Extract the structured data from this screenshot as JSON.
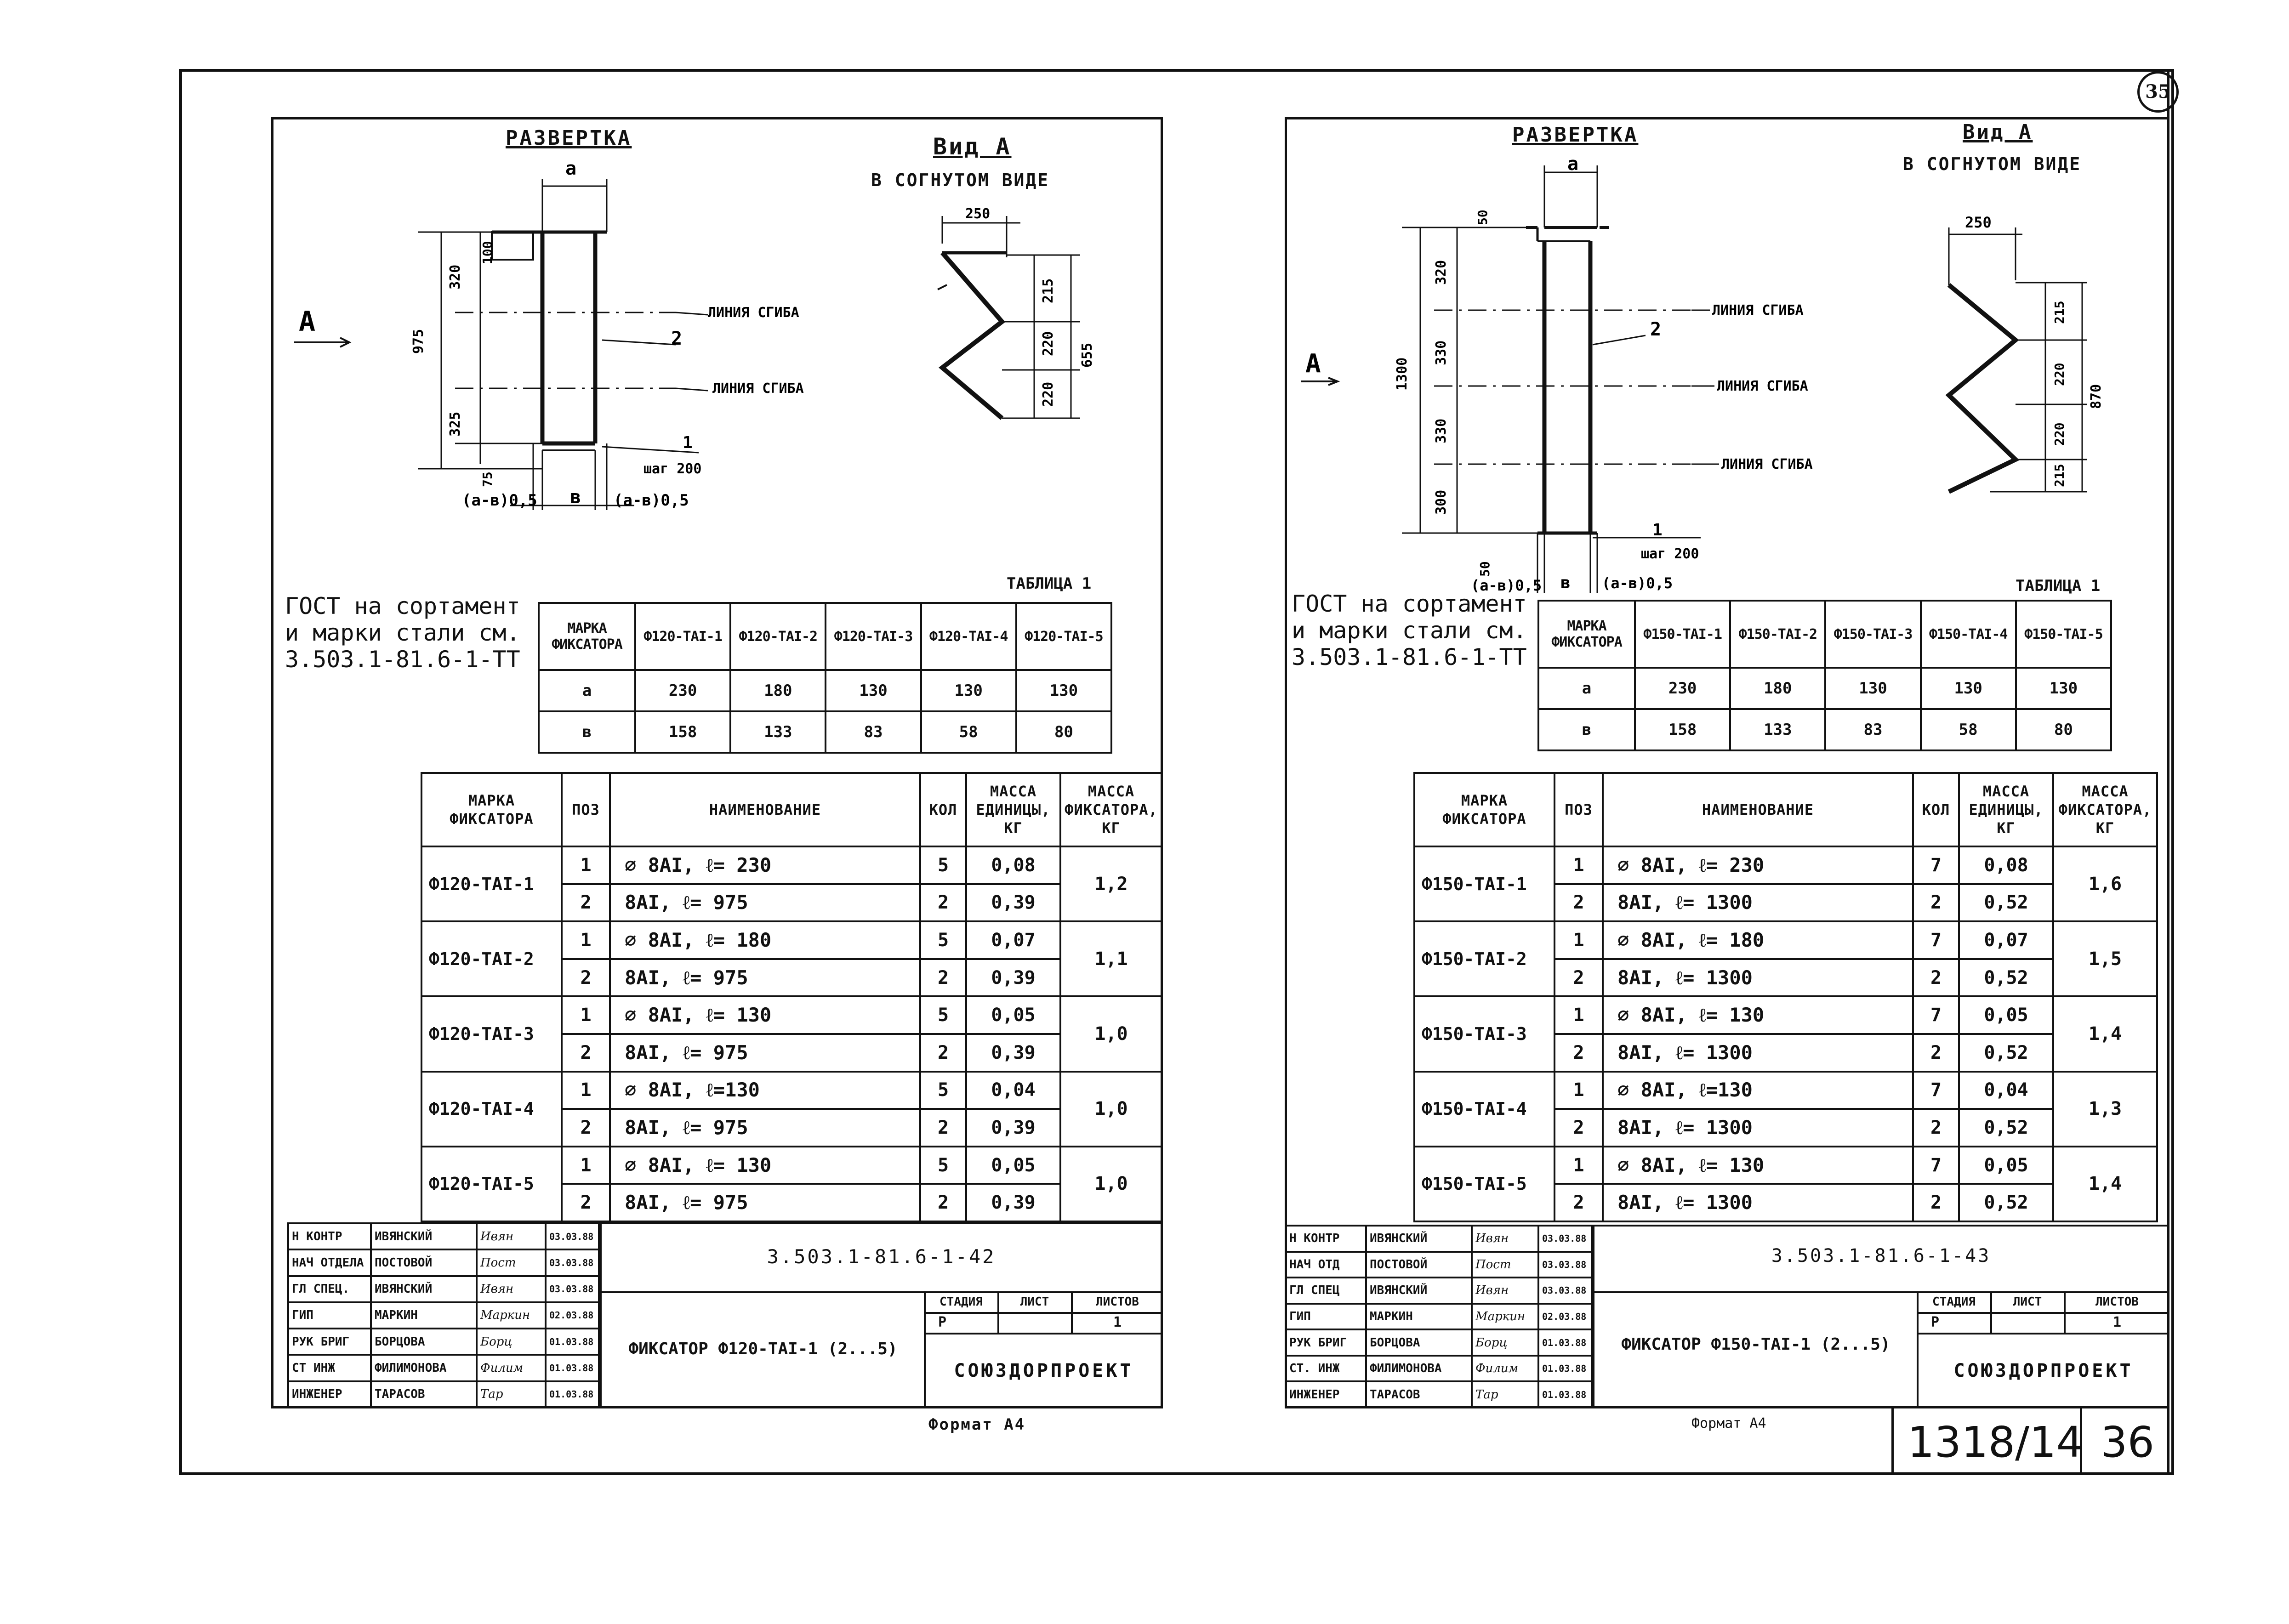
{
  "page_number_circle": "35",
  "bottom_number": "1318/14",
  "bottom_page": "36",
  "left": {
    "title_unfold": "РАЗВЕРТКА",
    "title_view": "Вид А",
    "view_sub": "В СОГНУТОМ ВИДЕ",
    "view_label": "А",
    "dim_a": "а",
    "dim_b": "в",
    "dim_ab_left": "(а-в)0,5",
    "dim_ab_right": "(а-в)0,5",
    "dim_total": "975",
    "dim_top": "320",
    "dim_mid": "325",
    "dim_100": "100",
    "dim_75": "75",
    "bend1": "ЛИНИЯ СГИБА",
    "bend2": "ЛИНИЯ СГИБА",
    "pos1": "1",
    "pos2": "2",
    "step": "шаг 200",
    "view_250": "250",
    "view_215": "215",
    "view_220a": "220",
    "view_220b": "220",
    "view_655": "655",
    "gost_note": "ГОСТ на сортамент\nи марки стали см.\n3.503.1-81.6-1-ТТ",
    "table1_caption": "ТАБЛИЦА 1",
    "table1_head": "МАРКА ФИКСАТОРА",
    "table1_cols": [
      "Ф120-ТАI-1",
      "Ф120-ТАI-2",
      "Ф120-ТАI-3",
      "Ф120-ТАI-4",
      "Ф120-ТАI-5"
    ],
    "table1_rows": [
      {
        "label": "а",
        "values": [
          "230",
          "180",
          "130",
          "130",
          "130"
        ]
      },
      {
        "label": "в",
        "values": [
          "158",
          "133",
          "83",
          "58",
          "80"
        ]
      }
    ],
    "spec_head": {
      "mark": "МАРКА ФИКСАТОРА",
      "pos": "ПОЗ",
      "name": "НАИМЕНОВАНИЕ",
      "qty": "КОЛ",
      "unit_mass": "МАССА ЕДИНИЦЫ, КГ",
      "fix_mass": "МАССА ФИКСАТОРА, КГ"
    },
    "spec_rows": [
      {
        "mark": "Ф120-ТАI-1",
        "total": "1,2",
        "items": [
          {
            "pos": "1",
            "name": "∅ 8АI, ℓ= 230",
            "qty": "5",
            "mass": "0,08"
          },
          {
            "pos": "2",
            "name": "8АI, ℓ= 975",
            "qty": "2",
            "mass": "0,39"
          }
        ]
      },
      {
        "mark": "Ф120-ТАI-2",
        "total": "1,1",
        "items": [
          {
            "pos": "1",
            "name": "∅ 8АI, ℓ= 180",
            "qty": "5",
            "mass": "0,07"
          },
          {
            "pos": "2",
            "name": "8АI, ℓ= 975",
            "qty": "2",
            "mass": "0,39"
          }
        ]
      },
      {
        "mark": "Ф120-ТАI-3",
        "total": "1,0",
        "items": [
          {
            "pos": "1",
            "name": "∅ 8АI, ℓ= 130",
            "qty": "5",
            "mass": "0,05"
          },
          {
            "pos": "2",
            "name": "8АI, ℓ= 975",
            "qty": "2",
            "mass": "0,39"
          }
        ]
      },
      {
        "mark": "Ф120-ТАI-4",
        "total": "1,0",
        "items": [
          {
            "pos": "1",
            "name": "∅ 8АI, ℓ=130",
            "qty": "5",
            "mass": "0,04"
          },
          {
            "pos": "2",
            "name": "8АI, ℓ= 975",
            "qty": "2",
            "mass": "0,39"
          }
        ]
      },
      {
        "mark": "Ф120-ТАI-5",
        "total": "1,0",
        "items": [
          {
            "pos": "1",
            "name": "∅ 8АI, ℓ= 130",
            "qty": "5",
            "mass": "0,05"
          },
          {
            "pos": "2",
            "name": "8АI, ℓ= 975",
            "qty": "2",
            "mass": "0,39"
          }
        ]
      }
    ],
    "stamp": {
      "roles": [
        "Н КОНТР",
        "НАЧ ОТДЕЛА",
        "ГЛ СПЕЦ.",
        "ГИП",
        "РУК БРИГ",
        "СТ ИНЖ",
        "ИНЖЕНЕР"
      ],
      "names": [
        "ИВЯНСКИЙ",
        "ПОСТОВОЙ",
        "ИВЯНСКИЙ",
        "МАРКИН",
        "БОРЦОВА",
        "ФИЛИМОНОВА",
        "ТАРАСОВ"
      ],
      "sigs": [
        "Ивян",
        "Пост",
        "Ивян",
        "Маркин",
        "Борц",
        "Филим",
        "Тар"
      ],
      "dates": [
        "03.03.88",
        "03.03.88",
        "03.03.88",
        "02.03.88",
        "01.03.88",
        "01.03.88",
        "01.03.88"
      ],
      "code": "3.503.1-81.6-1-42",
      "title": "ФИКСАТОР Ф120-ТАI-1 (2...5)",
      "stage_h": "СТАДИЯ",
      "sheet_h": "ЛИСТ",
      "sheets_h": "ЛИСТОВ",
      "stage": "Р",
      "sheet": "",
      "sheets": "1",
      "org": "СОЮЗДОРПРОЕКТ"
    },
    "format": "Формат А4"
  },
  "right": {
    "title_unfold": "РАЗВЕРТКА",
    "title_view": "Вид А",
    "view_sub": "В СОГНУТОМ ВИДЕ",
    "view_label": "А",
    "dim_a": "а",
    "dim_b": "в",
    "dim_ab_left": "(а-в)0,5",
    "dim_ab_right": "(а-в)0,5",
    "dim_total": "1300",
    "dim_320": "320",
    "dim_330a": "330",
    "dim_330b": "330",
    "dim_300": "300",
    "dim_50a": "50",
    "dim_50b": "50",
    "bend1": "ЛИНИЯ СГИБА",
    "bend2": "ЛИНИЯ СГИБА",
    "bend3": "ЛИНИЯ СГИБА",
    "pos1": "1",
    "pos2": "2",
    "step": "шаг 200",
    "view_250": "250",
    "view_215a": "215",
    "view_220a": "220",
    "view_220b": "220",
    "view_215b": "215",
    "view_870": "870",
    "gost_note": "ГОСТ на сортамент\nи марки стали см.\n3.503.1-81.6-1-ТТ",
    "table1_caption": "ТАБЛИЦА 1",
    "table1_head": "МАРКА ФИКСАТОРА",
    "table1_cols": [
      "Ф150-ТАI-1",
      "Ф150-ТАI-2",
      "Ф150-ТАI-3",
      "Ф150-ТАI-4",
      "Ф150-ТАI-5"
    ],
    "table1_rows": [
      {
        "label": "а",
        "values": [
          "230",
          "180",
          "130",
          "130",
          "130"
        ]
      },
      {
        "label": "в",
        "values": [
          "158",
          "133",
          "83",
          "58",
          "80"
        ]
      }
    ],
    "spec_head": {
      "mark": "МАРКА ФИКСАТОРА",
      "pos": "ПОЗ",
      "name": "НАИМЕНОВАНИЕ",
      "qty": "КОЛ",
      "unit_mass": "МАССА ЕДИНИЦЫ, КГ",
      "fix_mass": "МАССА ФИКСАТОРА, КГ"
    },
    "spec_rows": [
      {
        "mark": "Ф150-ТАI-1",
        "total": "1,6",
        "items": [
          {
            "pos": "1",
            "name": "∅ 8АI, ℓ= 230",
            "qty": "7",
            "mass": "0,08"
          },
          {
            "pos": "2",
            "name": "8АI, ℓ= 1300",
            "qty": "2",
            "mass": "0,52"
          }
        ]
      },
      {
        "mark": "Ф150-ТАI-2",
        "total": "1,5",
        "items": [
          {
            "pos": "1",
            "name": "∅ 8АI, ℓ= 180",
            "qty": "7",
            "mass": "0,07"
          },
          {
            "pos": "2",
            "name": "8АI, ℓ= 1300",
            "qty": "2",
            "mass": "0,52"
          }
        ]
      },
      {
        "mark": "Ф150-ТАI-3",
        "total": "1,4",
        "items": [
          {
            "pos": "1",
            "name": "∅ 8АI, ℓ= 130",
            "qty": "7",
            "mass": "0,05"
          },
          {
            "pos": "2",
            "name": "8АI, ℓ= 1300",
            "qty": "2",
            "mass": "0,52"
          }
        ]
      },
      {
        "mark": "Ф150-ТАI-4",
        "total": "1,3",
        "items": [
          {
            "pos": "1",
            "name": "∅ 8АI, ℓ=130",
            "qty": "7",
            "mass": "0,04"
          },
          {
            "pos": "2",
            "name": "8АI, ℓ= 1300",
            "qty": "2",
            "mass": "0,52"
          }
        ]
      },
      {
        "mark": "Ф150-ТАI-5",
        "total": "1,4",
        "items": [
          {
            "pos": "1",
            "name": "∅ 8АI, ℓ= 130",
            "qty": "7",
            "mass": "0,05"
          },
          {
            "pos": "2",
            "name": "8АI, ℓ= 1300",
            "qty": "2",
            "mass": "0,52"
          }
        ]
      }
    ],
    "stamp": {
      "roles": [
        "Н КОНТР",
        "НАЧ ОТД",
        "ГЛ СПЕЦ",
        "ГИП",
        "РУК БРИГ",
        "СТ. ИНЖ",
        "ИНЖЕНЕР"
      ],
      "names": [
        "ИВЯНСКИЙ",
        "ПОСТОВОЙ",
        "ИВЯНСКИЙ",
        "МАРКИН",
        "БОРЦОВА",
        "ФИЛИМОНОВА",
        "ТАРАСОВ"
      ],
      "sigs": [
        "Ивян",
        "Пост",
        "Ивян",
        "Маркин",
        "Борц",
        "Филим",
        "Тар"
      ],
      "dates": [
        "03.03.88",
        "03.03.88",
        "03.03.88",
        "02.03.88",
        "01.03.88",
        "01.03.88",
        "01.03.88"
      ],
      "code": "3.503.1-81.6-1-43",
      "title": "ФИКСАТОР Ф150-ТАI-1 (2...5)",
      "stage_h": "СТАДИЯ",
      "sheet_h": "ЛИСТ",
      "sheets_h": "ЛИСТОВ",
      "stage": "Р",
      "sheet": "",
      "sheets": "1",
      "org": "СОЮЗДОРПРОЕКТ"
    },
    "format": "Формат А4"
  }
}
